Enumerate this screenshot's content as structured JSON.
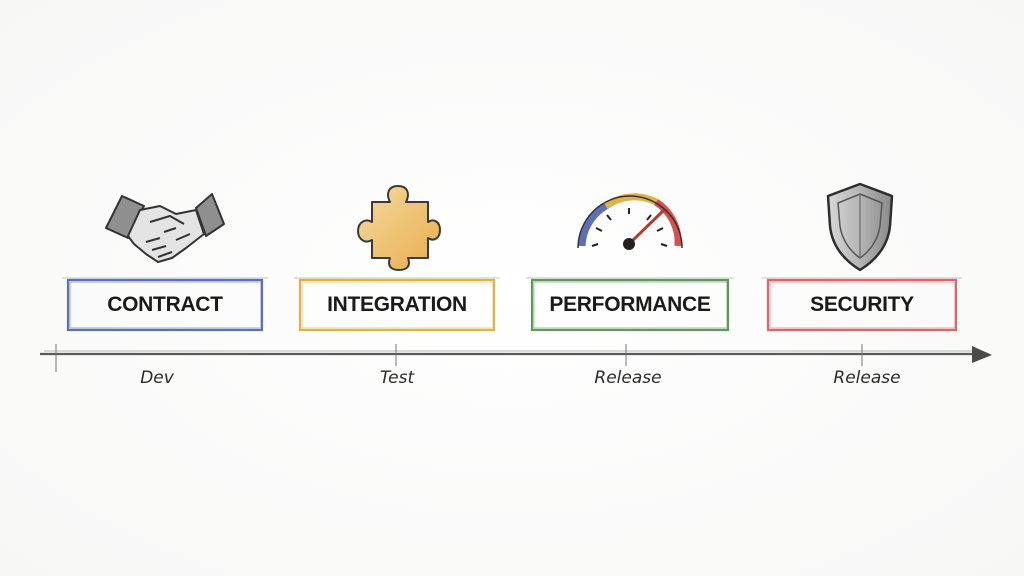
{
  "stages": [
    {
      "label": "CONTRACT",
      "color": "#5d6fb5",
      "icon": "handshake-icon",
      "phase": "Dev"
    },
    {
      "label": "INTEGRATION",
      "color": "#e0b24a",
      "icon": "puzzle-piece-icon",
      "phase": "Test"
    },
    {
      "label": "PERFORMANCE",
      "color": "#5f9a5a",
      "icon": "speedometer-gauge-icon",
      "phase": "Release"
    },
    {
      "label": "SECURITY",
      "color": "#d8696a",
      "icon": "shield-icon",
      "phase": "Release"
    }
  ],
  "timeline": {
    "color": "#5a5a5a",
    "direction": "left-to-right"
  }
}
